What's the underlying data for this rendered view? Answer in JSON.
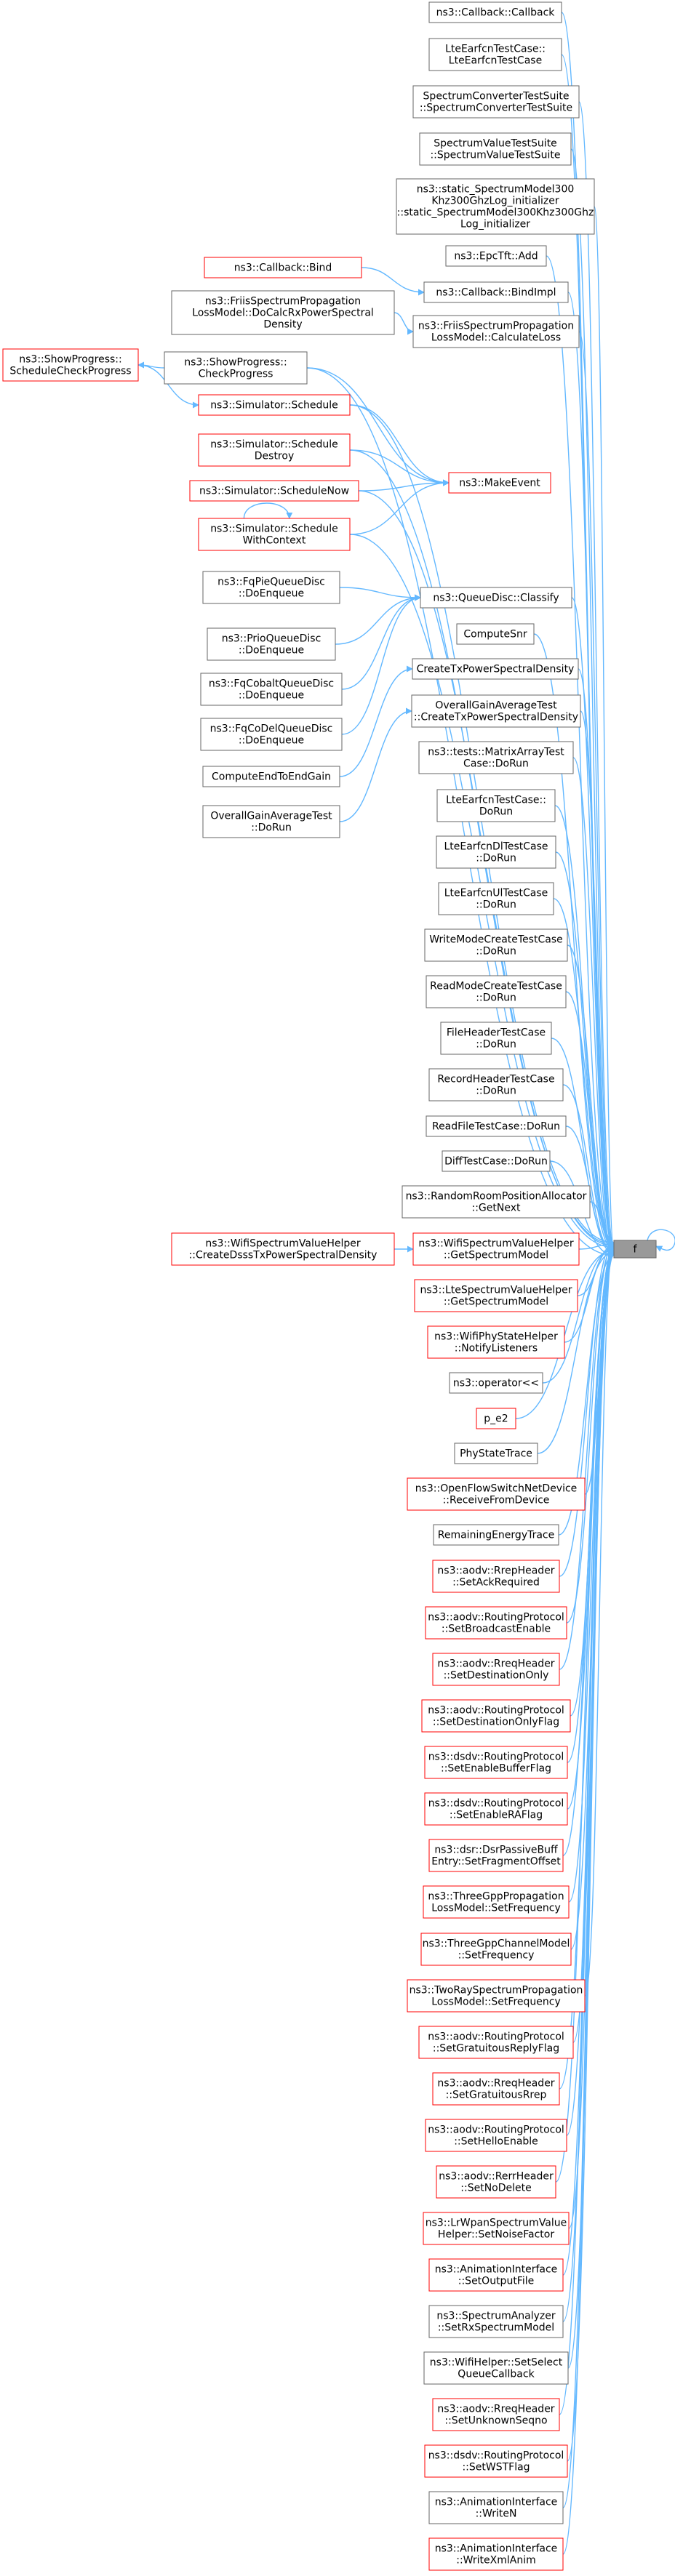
{
  "colors": {
    "edge": "#63b8ff",
    "node_border_normal": "#666666",
    "node_border_highlight": "#ff0000",
    "target_fill": "#999999",
    "target_border": "#666666"
  },
  "target": {
    "id": "f",
    "label": "f"
  },
  "nodes": [
    {
      "id": "n1",
      "lines": [
        "ns3::Callback::Callback"
      ],
      "highlight": false
    },
    {
      "id": "n2",
      "lines": [
        "LteEarfcnTestCase::",
        "LteEarfcnTestCase"
      ],
      "highlight": false
    },
    {
      "id": "n3",
      "lines": [
        "SpectrumConverterTestSuite",
        "::SpectrumConverterTestSuite"
      ],
      "highlight": false
    },
    {
      "id": "n4",
      "lines": [
        "SpectrumValueTestSuite",
        "::SpectrumValueTestSuite"
      ],
      "highlight": false
    },
    {
      "id": "n5",
      "lines": [
        "ns3::static_SpectrumModel300",
        "Khz300GhzLog_initializer",
        "::static_SpectrumModel300Khz300Ghz",
        "Log_initializer"
      ],
      "highlight": false
    },
    {
      "id": "n6",
      "lines": [
        "ns3::EpcTft::Add"
      ],
      "highlight": false
    },
    {
      "id": "n7",
      "lines": [
        "ns3::Callback::Bind"
      ],
      "highlight": true
    },
    {
      "id": "n8",
      "lines": [
        "ns3::Callback::BindImpl"
      ],
      "highlight": false
    },
    {
      "id": "n9",
      "lines": [
        "ns3::FriisSpectrumPropagation",
        "LossModel::DoCalcRxPowerSpectral",
        "Density"
      ],
      "highlight": false
    },
    {
      "id": "n10",
      "lines": [
        "ns3::FriisSpectrumPropagation",
        "LossModel::CalculateLoss"
      ],
      "highlight": false
    },
    {
      "id": "n11",
      "lines": [
        "ns3::ShowProgress::",
        "ScheduleCheckProgress"
      ],
      "highlight": true
    },
    {
      "id": "n12",
      "lines": [
        "ns3::ShowProgress::",
        "CheckProgress"
      ],
      "highlight": false
    },
    {
      "id": "n13",
      "lines": [
        "ns3::Simulator::Schedule"
      ],
      "highlight": true
    },
    {
      "id": "n14",
      "lines": [
        "ns3::Simulator::Schedule",
        "Destroy"
      ],
      "highlight": true
    },
    {
      "id": "n15",
      "lines": [
        "ns3::Simulator::ScheduleNow"
      ],
      "highlight": true
    },
    {
      "id": "n16",
      "lines": [
        "ns3::MakeEvent"
      ],
      "highlight": true
    },
    {
      "id": "n17",
      "lines": [
        "ns3::Simulator::Schedule",
        "WithContext"
      ],
      "highlight": true
    },
    {
      "id": "n18",
      "lines": [
        "ns3::FqPieQueueDisc",
        "::DoEnqueue"
      ],
      "highlight": false
    },
    {
      "id": "n19",
      "lines": [
        "ns3::QueueDisc::Classify"
      ],
      "highlight": false
    },
    {
      "id": "n20",
      "lines": [
        "ns3::PrioQueueDisc",
        "::DoEnqueue"
      ],
      "highlight": false
    },
    {
      "id": "n21",
      "lines": [
        "ComputeSnr"
      ],
      "highlight": false
    },
    {
      "id": "n22",
      "lines": [
        "ns3::FqCobaltQueueDisc",
        "::DoEnqueue"
      ],
      "highlight": false
    },
    {
      "id": "n23",
      "lines": [
        "CreateTxPowerSpectralDensity"
      ],
      "highlight": false
    },
    {
      "id": "n24",
      "lines": [
        "OverallGainAverageTest",
        "::CreateTxPowerSpectralDensity"
      ],
      "highlight": false
    },
    {
      "id": "n25",
      "lines": [
        "ns3::FqCoDelQueueDisc",
        "::DoEnqueue"
      ],
      "highlight": false
    },
    {
      "id": "n26",
      "lines": [
        "ComputeEndToEndGain"
      ],
      "highlight": false
    },
    {
      "id": "n27",
      "lines": [
        "ns3::tests::MatrixArrayTest",
        "Case::DoRun"
      ],
      "highlight": false
    },
    {
      "id": "n28",
      "lines": [
        "OverallGainAverageTest",
        "::DoRun"
      ],
      "highlight": false
    },
    {
      "id": "n29",
      "lines": [
        "LteEarfcnTestCase::",
        "DoRun"
      ],
      "highlight": false
    },
    {
      "id": "n30",
      "lines": [
        "LteEarfcnDlTestCase",
        "::DoRun"
      ],
      "highlight": false
    },
    {
      "id": "n31",
      "lines": [
        "LteEarfcnUlTestCase",
        "::DoRun"
      ],
      "highlight": false
    },
    {
      "id": "n32",
      "lines": [
        "WriteModeCreateTestCase",
        "::DoRun"
      ],
      "highlight": false
    },
    {
      "id": "n33",
      "lines": [
        "ReadModeCreateTestCase",
        "::DoRun"
      ],
      "highlight": false
    },
    {
      "id": "n34",
      "lines": [
        "FileHeaderTestCase",
        "::DoRun"
      ],
      "highlight": false
    },
    {
      "id": "n35",
      "lines": [
        "RecordHeaderTestCase",
        "::DoRun"
      ],
      "highlight": false
    },
    {
      "id": "n36",
      "lines": [
        "ReadFileTestCase::DoRun"
      ],
      "highlight": false
    },
    {
      "id": "n37",
      "lines": [
        "DiffTestCase::DoRun"
      ],
      "highlight": false
    },
    {
      "id": "n38",
      "lines": [
        "ns3::RandomRoomPositionAllocator",
        "::GetNext"
      ],
      "highlight": false
    },
    {
      "id": "n39",
      "lines": [
        "ns3::WifiSpectrumValueHelper",
        "::CreateDsssTxPowerSpectralDensity"
      ],
      "highlight": true
    },
    {
      "id": "n40",
      "lines": [
        "ns3::WifiSpectrumValueHelper",
        "::GetSpectrumModel"
      ],
      "highlight": true
    },
    {
      "id": "n41",
      "lines": [
        "ns3::LteSpectrumValueHelper",
        "::GetSpectrumModel"
      ],
      "highlight": true
    },
    {
      "id": "n42",
      "lines": [
        "ns3::WifiPhyStateHelper",
        "::NotifyListeners"
      ],
      "highlight": true
    },
    {
      "id": "n43",
      "lines": [
        "ns3::operator<<"
      ],
      "highlight": false
    },
    {
      "id": "n44",
      "lines": [
        "p_e2"
      ],
      "highlight": true
    },
    {
      "id": "n45",
      "lines": [
        "PhyStateTrace"
      ],
      "highlight": false
    },
    {
      "id": "n46",
      "lines": [
        "ns3::OpenFlowSwitchNetDevice",
        "::ReceiveFromDevice"
      ],
      "highlight": true
    },
    {
      "id": "n47",
      "lines": [
        "RemainingEnergyTrace"
      ],
      "highlight": false
    },
    {
      "id": "n48",
      "lines": [
        "ns3::aodv::RrepHeader",
        "::SetAckRequired"
      ],
      "highlight": true
    },
    {
      "id": "n49",
      "lines": [
        "ns3::aodv::RoutingProtocol",
        "::SetBroadcastEnable"
      ],
      "highlight": true
    },
    {
      "id": "n50",
      "lines": [
        "ns3::aodv::RreqHeader",
        "::SetDestinationOnly"
      ],
      "highlight": true
    },
    {
      "id": "n51",
      "lines": [
        "ns3::aodv::RoutingProtocol",
        "::SetDestinationOnlyFlag"
      ],
      "highlight": true
    },
    {
      "id": "n52",
      "lines": [
        "ns3::dsdv::RoutingProtocol",
        "::SetEnableBufferFlag"
      ],
      "highlight": true
    },
    {
      "id": "n53",
      "lines": [
        "ns3::dsdv::RoutingProtocol",
        "::SetEnableRAFlag"
      ],
      "highlight": true
    },
    {
      "id": "n54",
      "lines": [
        "ns3::dsr::DsrPassiveBuff",
        "Entry::SetFragmentOffset"
      ],
      "highlight": true
    },
    {
      "id": "n55",
      "lines": [
        "ns3::ThreeGppPropagation",
        "LossModel::SetFrequency"
      ],
      "highlight": true
    },
    {
      "id": "n56",
      "lines": [
        "ns3::ThreeGppChannelModel",
        "::SetFrequency"
      ],
      "highlight": true
    },
    {
      "id": "n57",
      "lines": [
        "ns3::TwoRaySpectrumPropagation",
        "LossModel::SetFrequency"
      ],
      "highlight": true
    },
    {
      "id": "n58",
      "lines": [
        "ns3::aodv::RoutingProtocol",
        "::SetGratuitousReplyFlag"
      ],
      "highlight": true
    },
    {
      "id": "n59",
      "lines": [
        "ns3::aodv::RreqHeader",
        "::SetGratuitousRrep"
      ],
      "highlight": true
    },
    {
      "id": "n60",
      "lines": [
        "ns3::aodv::RoutingProtocol",
        "::SetHelloEnable"
      ],
      "highlight": true
    },
    {
      "id": "n61",
      "lines": [
        "ns3::aodv::RerrHeader",
        "::SetNoDelete"
      ],
      "highlight": true
    },
    {
      "id": "n62",
      "lines": [
        "ns3::LrWpanSpectrumValue",
        "Helper::SetNoiseFactor"
      ],
      "highlight": true
    },
    {
      "id": "n63",
      "lines": [
        "ns3::AnimationInterface",
        "::SetOutputFile"
      ],
      "highlight": true
    },
    {
      "id": "n64",
      "lines": [
        "ns3::SpectrumAnalyzer",
        "::SetRxSpectrumModel"
      ],
      "highlight": false
    },
    {
      "id": "n65",
      "lines": [
        "ns3::WifiHelper::SetSelect",
        "QueueCallback"
      ],
      "highlight": false
    },
    {
      "id": "n66",
      "lines": [
        "ns3::aodv::RreqHeader",
        "::SetUnknownSeqno"
      ],
      "highlight": true
    },
    {
      "id": "n67",
      "lines": [
        "ns3::dsdv::RoutingProtocol",
        "::SetWSTFlag"
      ],
      "highlight": true
    },
    {
      "id": "n68",
      "lines": [
        "ns3::AnimationInterface",
        "::WriteN"
      ],
      "highlight": false
    },
    {
      "id": "n69",
      "lines": [
        "ns3::AnimationInterface",
        "::WriteXmlAnim"
      ],
      "highlight": true
    }
  ],
  "edges": [
    [
      "n7",
      "n8"
    ],
    [
      "n9",
      "n10"
    ],
    [
      "n12",
      "n11"
    ],
    [
      "n11",
      "n13"
    ],
    [
      "n12",
      "n16"
    ],
    [
      "n13",
      "n16"
    ],
    [
      "n14",
      "n16"
    ],
    [
      "n15",
      "n16"
    ],
    [
      "n17",
      "n16"
    ],
    [
      "n17",
      "n17"
    ],
    [
      "n18",
      "n19"
    ],
    [
      "n20",
      "n19"
    ],
    [
      "n22",
      "n19"
    ],
    [
      "n25",
      "n19"
    ],
    [
      "n26",
      "n23"
    ],
    [
      "n28",
      "n24"
    ],
    [
      "n39",
      "n40"
    ],
    [
      "n16",
      "f"
    ],
    [
      "f",
      "f"
    ]
  ],
  "direct_callers": [
    "n1",
    "n2",
    "n3",
    "n4",
    "n5",
    "n6",
    "n8",
    "n10",
    "n12",
    "n13",
    "n14",
    "n15",
    "n17",
    "n19",
    "n21",
    "n23",
    "n24",
    "n27",
    "n29",
    "n30",
    "n31",
    "n32",
    "n33",
    "n34",
    "n35",
    "n36",
    "n37",
    "n38",
    "n40",
    "n41",
    "n42",
    "n43",
    "n44",
    "n45",
    "n46",
    "n47",
    "n48",
    "n49",
    "n50",
    "n51",
    "n52",
    "n53",
    "n54",
    "n55",
    "n56",
    "n57",
    "n58",
    "n59",
    "n60",
    "n61",
    "n62",
    "n63",
    "n64",
    "n65",
    "n66",
    "n67",
    "n68",
    "n69"
  ]
}
